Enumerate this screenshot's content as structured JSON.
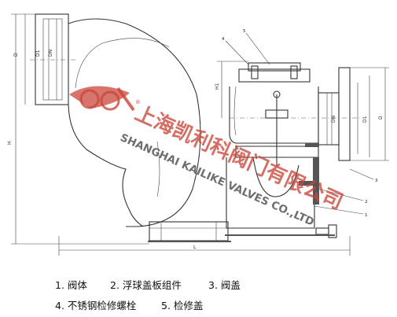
{
  "watermark": {
    "cn_text": "上海凯利科阀门有限公司",
    "en_text": "SHANGHAI KAILIKE VALVES CO.,LTD",
    "logo_mark": "®",
    "brand_color": "#c9473b"
  },
  "dimensions": {
    "outer_diameter_left": "D",
    "flange_left": "D1",
    "bore_left": "DN",
    "height": "H",
    "height_upper": "H1",
    "length": "L",
    "bore_right": "DN",
    "flange_right": "D1",
    "outer_diameter_right": "D"
  },
  "callouts": [
    "4",
    "5",
    "3",
    "2",
    "1"
  ],
  "legend": [
    {
      "num": "1.",
      "label": "阀体"
    },
    {
      "num": "2.",
      "label": "浮球盖板组件"
    },
    {
      "num": "3.",
      "label": "阀盖"
    },
    {
      "num": "4.",
      "label": "不锈钢检修螺栓"
    },
    {
      "num": "5.",
      "label": "检修盖"
    }
  ]
}
